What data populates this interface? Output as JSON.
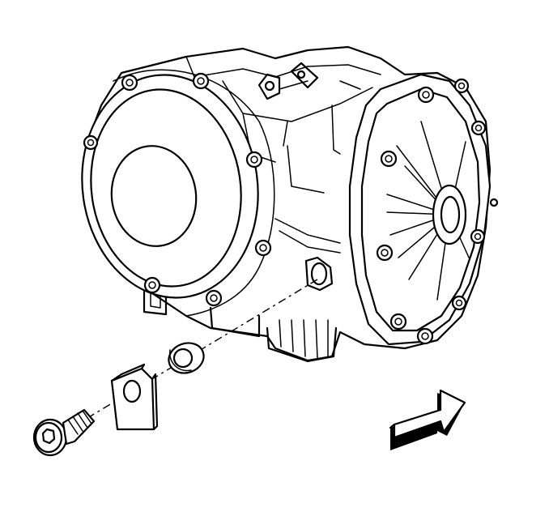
{
  "diagram": {
    "components": [
      {
        "id": "differential-housing",
        "icon": "rear-differential-icon"
      },
      {
        "id": "bracket",
        "icon": "bracket-icon"
      },
      {
        "id": "washer",
        "icon": "washer-icon"
      },
      {
        "id": "bolt",
        "icon": "bolt-icon"
      },
      {
        "id": "front-direction-arrow",
        "icon": "direction-arrow-icon"
      }
    ],
    "colors": {
      "line": "#000000",
      "background": "#ffffff"
    }
  }
}
